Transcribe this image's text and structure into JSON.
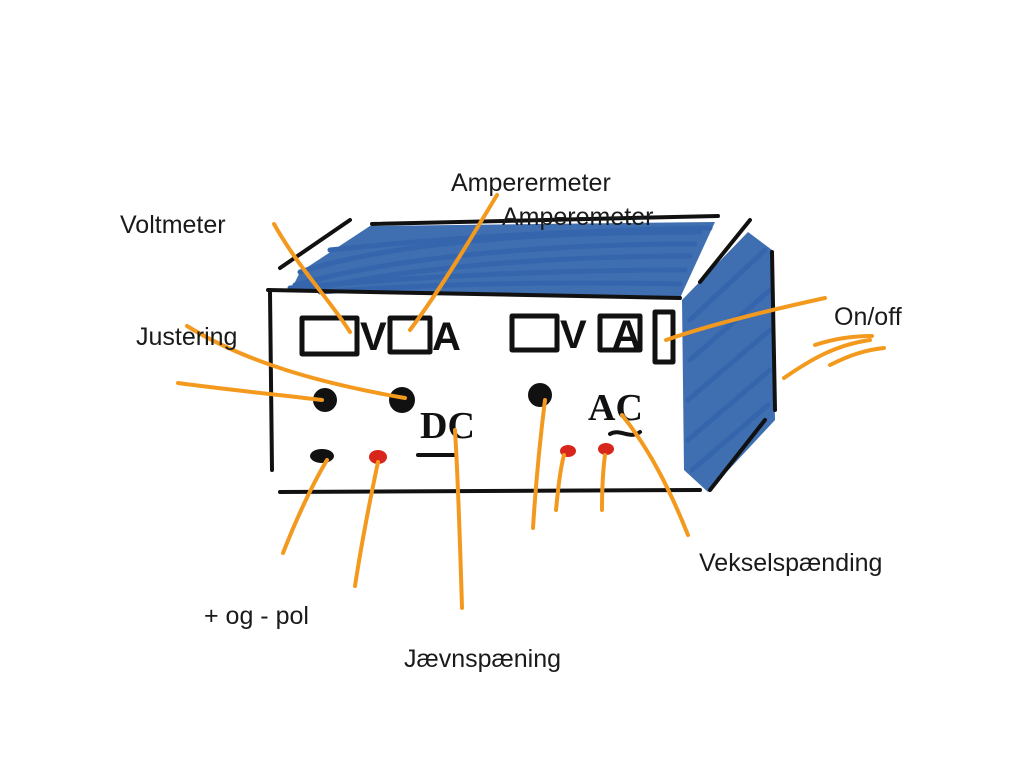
{
  "labels": {
    "voltmeter": "Voltmeter",
    "amperermeter": "Amperermeter",
    "amperemeter": "Amperemeter",
    "justering": "Justering",
    "on_off": "On/off",
    "vekselspaending": "Vekselspænding",
    "pol": "+ og - pol",
    "jaevnspaening": "Jævnspæning"
  },
  "panel_marks": {
    "meter_left_v": "V",
    "meter_left_a": "A",
    "meter_right_v": "V",
    "meter_right_a": "A",
    "dc": "DC",
    "ac": "AC"
  },
  "colors": {
    "ink": "#111111",
    "pointer_lines": "#f39a1e",
    "top_and_side_fill": "#3566ad",
    "red_sockets": "#d9261c"
  }
}
